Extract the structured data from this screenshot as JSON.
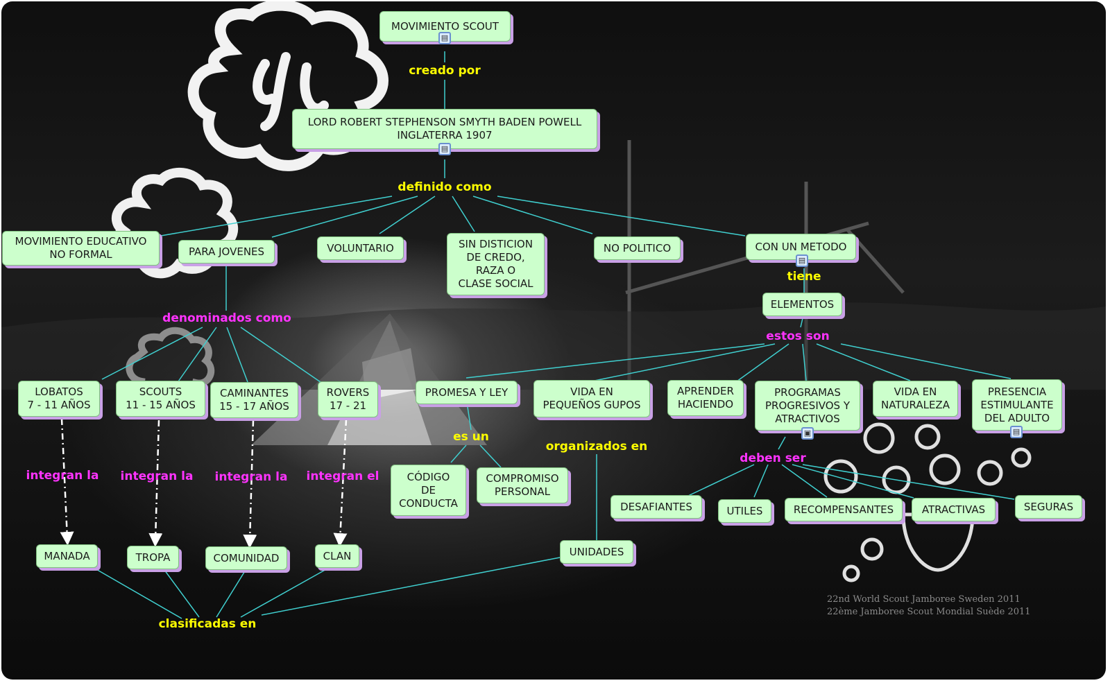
{
  "nodes": {
    "movimiento_scout": "MOVIMIENTO SCOUT",
    "lord_robert": "LORD ROBERT STEPHENSON SMYTH BADEN POWELL\nINGLATERRA 1907",
    "movimiento_educativo": "MOVIMIENTO EDUCATIVO\nNO FORMAL",
    "para_jovenes": "PARA JOVENES",
    "voluntario": "VOLUNTARIO",
    "sin_distincion": "SIN DISTICION\nDE CREDO,\nRAZA O\nCLASE SOCIAL",
    "no_politico": "NO POLITICO",
    "con_un_metodo": "CON UN METODO",
    "elementos": "ELEMENTOS",
    "lobatos": "LOBATOS\n7 - 11 AÑOS",
    "scouts": "SCOUTS\n11 - 15 AÑOS",
    "caminantes": "CAMINANTES\n15 - 17 AÑOS",
    "rovers": "ROVERS\n17 - 21",
    "promesa_ley": "PROMESA Y LEY",
    "vida_pequenos": "VIDA EN\nPEQUEÑOS GUPOS",
    "aprender_haciendo": "APRENDER\nHACIENDO",
    "programas": "PROGRAMAS\nPROGRESIVOS Y\nATRACTIVOS",
    "vida_naturaleza": "VIDA EN\nNATURALEZA",
    "presencia": "PRESENCIA\nESTIMULANTE\nDEL ADULTO",
    "codigo": "CÓDIGO\nDE\nCONDUCTA",
    "compromiso": "COMPROMISO\nPERSONAL",
    "desafiantes": "DESAFIANTES",
    "utiles": "UTILES",
    "recompensantes": "RECOMPENSANTES",
    "atractivas": "ATRACTIVAS",
    "seguras": "SEGURAS",
    "manada": "MANADA",
    "tropa": "TROPA",
    "comunidad": "COMUNIDAD",
    "clan": "CLAN",
    "unidades": "UNIDADES"
  },
  "linking_phrases": {
    "creado_por": "creado por",
    "definido_como": "definido como",
    "tiene": "tiene",
    "denominados_como": "denominados como",
    "estos_son": "estos son",
    "es_un": "es un",
    "organizados_en": "organizados en",
    "deben_ser": "deben ser",
    "integran_la_1": "integran la",
    "integran_la_2": "integran la",
    "integran_la_3": "integran la",
    "integran_el": "integran el",
    "clasificadas_en": "clasificadas en"
  },
  "background_caption": {
    "line1": "22nd World Scout Jamboree Sweden 2011",
    "line2": "22ème Jamboree Scout Mondial Suède 2011"
  },
  "colors": {
    "node_fill": "#ccffcc",
    "node_shadow": "#c9a0e6",
    "link_line": "#40d0d0",
    "phrase_yellow": "#ffff00",
    "phrase_magenta": "#ff33ff"
  },
  "icons": {
    "resource_doc": "document-icon",
    "resource_film": "film-icon"
  }
}
